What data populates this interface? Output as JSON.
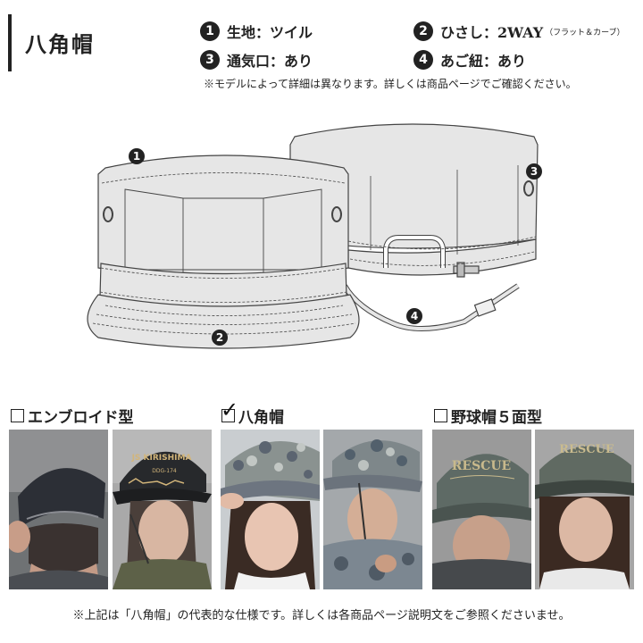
{
  "header": {
    "title": "八角帽",
    "specs": [
      {
        "num": "1",
        "text": "生地：ツイル"
      },
      {
        "num": "2",
        "text": "ひさし：2WAY",
        "sub": "（フラット＆カーブ）"
      },
      {
        "num": "3",
        "text": "通気口：あり"
      },
      {
        "num": "4",
        "text": "あご紐：あり"
      }
    ],
    "note": "※モデルによって詳細は異なります。詳しくは商品ページでご確認ください。"
  },
  "diagram": {
    "markers": [
      "1",
      "2",
      "3",
      "4"
    ]
  },
  "types": [
    {
      "label": "エンブロイド型",
      "checked": false
    },
    {
      "label": "八角帽",
      "checked": true,
      "check_glyph": "✓"
    },
    {
      "label": "野球帽５面型",
      "checked": false
    }
  ],
  "cap_texts": {
    "embroid_1": "JS KIRISHIMA",
    "embroid_2": "DDG-174",
    "rescue": "RESCUE"
  },
  "footnote": "※上記は「八角帽」の代表的な仕様です。詳しくは各商品ページ説明文をご参照くださいませ。"
}
